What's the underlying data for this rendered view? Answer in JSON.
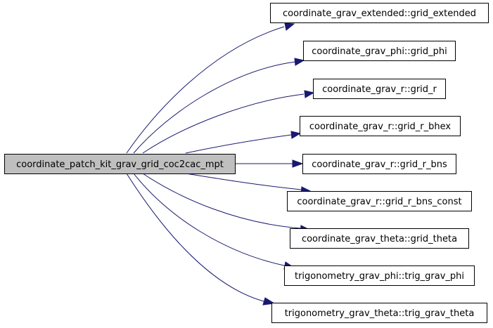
{
  "diagram": {
    "root": {
      "id": "root",
      "label": "coordinate_patch_kit_grav_grid_coc2cac_mpt"
    },
    "callees": [
      {
        "id": "c1",
        "label": "coordinate_grav_extended::grid_extended"
      },
      {
        "id": "c2",
        "label": "coordinate_grav_phi::grid_phi"
      },
      {
        "id": "c3",
        "label": "coordinate_grav_r::grid_r"
      },
      {
        "id": "c4",
        "label": "coordinate_grav_r::grid_r_bhex"
      },
      {
        "id": "c5",
        "label": "coordinate_grav_r::grid_r_bns"
      },
      {
        "id": "c6",
        "label": "coordinate_grav_r::grid_r_bns_const"
      },
      {
        "id": "c7",
        "label": "coordinate_grav_theta::grid_theta"
      },
      {
        "id": "c8",
        "label": "trigonometry_grav_phi::trig_grav_phi"
      },
      {
        "id": "c9",
        "label": "trigonometry_grav_theta::trig_grav_theta"
      }
    ],
    "edges": [
      {
        "from": "root",
        "to": "c1"
      },
      {
        "from": "root",
        "to": "c2"
      },
      {
        "from": "root",
        "to": "c3"
      },
      {
        "from": "root",
        "to": "c4"
      },
      {
        "from": "root",
        "to": "c5"
      },
      {
        "from": "root",
        "to": "c6"
      },
      {
        "from": "root",
        "to": "c7"
      },
      {
        "from": "root",
        "to": "c8"
      },
      {
        "from": "root",
        "to": "c9"
      }
    ],
    "colors": {
      "edge": "#191970",
      "root_fill": "#bfbfbf",
      "node_fill": "#ffffff",
      "border": "#000000"
    }
  }
}
